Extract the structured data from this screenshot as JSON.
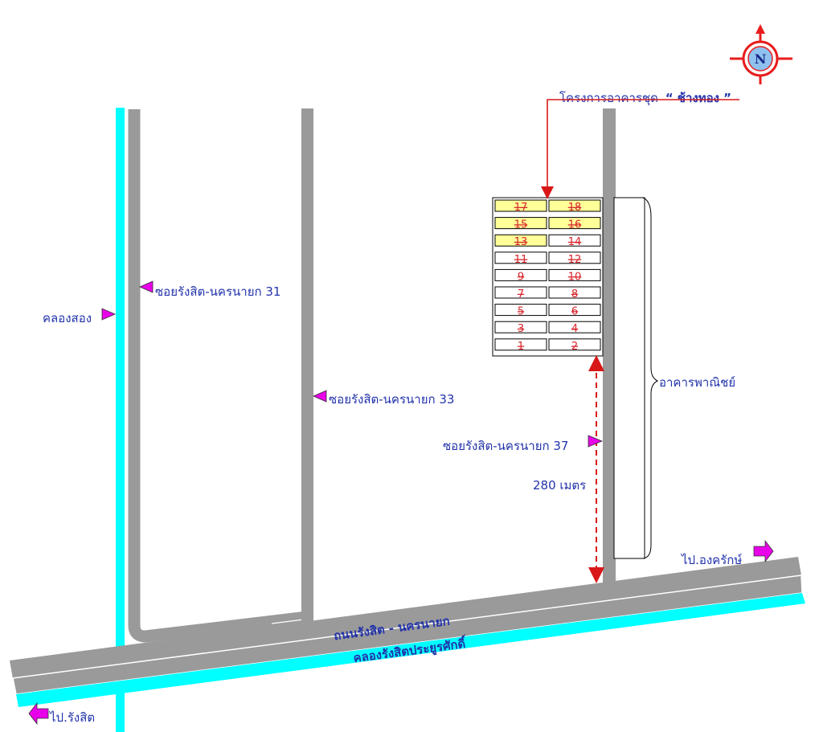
{
  "compass": {
    "letter": "N"
  },
  "project": {
    "prefix": "โครงการอาคารชุด",
    "name": "“ ช้างทอง ”"
  },
  "units": [
    {
      "left": "17",
      "right": "18",
      "left_highlight": true,
      "right_highlight": true
    },
    {
      "left": "15",
      "right": "16",
      "left_highlight": true,
      "right_highlight": true
    },
    {
      "left": "13",
      "right": "14",
      "left_highlight": true,
      "right_highlight": false
    },
    {
      "left": "11",
      "right": "12",
      "left_highlight": false,
      "right_highlight": false
    },
    {
      "left": "9",
      "right": "10",
      "left_highlight": false,
      "right_highlight": false
    },
    {
      "left": "7",
      "right": "8",
      "left_highlight": false,
      "right_highlight": false
    },
    {
      "left": "5",
      "right": "6",
      "left_highlight": false,
      "right_highlight": false
    },
    {
      "left": "3",
      "right": "4",
      "left_highlight": false,
      "right_highlight": false
    },
    {
      "left": "1",
      "right": "2",
      "left_highlight": false,
      "right_highlight": false
    }
  ],
  "labels": {
    "canal_vertical": "คลองสอง",
    "soi31": "ซอยรังสิต-นครนายก 31",
    "soi33": "ซอยรังสิต-นครนายก 33",
    "soi37": "ซอยรังสิต-นครนายก 37",
    "distance": "280 เมตร",
    "commercial": "อาคารพาณิชย์",
    "main_road": "ถนนรังสิต - นครนายก",
    "main_canal": "คลองรังสิตประยูรศักดิ์",
    "to_ongkharak": "ไป.องครักษ์",
    "to_rangsit": "ไป.รังสิต"
  },
  "colors": {
    "road": "#9a9a9a",
    "canal": "#00ffff",
    "label": "#2233aa",
    "unit_text": "#d8252b",
    "highlight": "#ffff99",
    "arrow": "#e800e8",
    "leader": "#d81818"
  }
}
